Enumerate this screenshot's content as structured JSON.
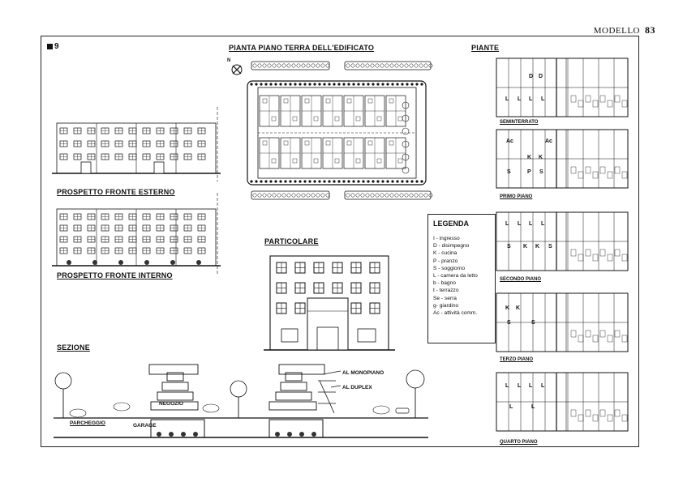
{
  "header": {
    "title": "MODELLO",
    "page": "83"
  },
  "plate_number": "9",
  "titles": {
    "plan": "PIANTA PIANO TERRA DELL'EDIFICATO",
    "floors": "PIANTE",
    "front_ext": "PROSPETTO FRONTE ESTERNO",
    "front_int": "PROSPETTO FRONTE INTERNO",
    "detail": "PARTICOLARE",
    "section": "SEZIONE"
  },
  "north_label": "N",
  "floor_labels": [
    "SEMINTERRATO",
    "PRIMO PIANO",
    "SECONDO PIANO",
    "TERZO PIANO",
    "QUARTO PIANO"
  ],
  "room_letters": [
    "D",
    "D",
    "L",
    "L",
    "L",
    "L",
    "Ac",
    "Ac",
    "K",
    "K",
    "S",
    "P",
    "S",
    "L",
    "L",
    "L",
    "L",
    "S",
    "K",
    "K",
    "S",
    "K",
    "K",
    "S",
    "S",
    "L",
    "L",
    "L",
    "L",
    "L",
    "L"
  ],
  "legend": {
    "title": "LEGENDA",
    "items": [
      "I - ingresso",
      "D - disimpegno",
      "K - cucina",
      "P - pranzo",
      "S - soggiorno",
      "L - camera da letto",
      "b - bagno",
      "t - terrazzo",
      "Se - serra",
      "g- giardino",
      "Ac - attività comm."
    ]
  },
  "section_labels": {
    "monopiano": "AL MONOPIANO",
    "duplex": "AL DUPLEX",
    "negozio": "NEGOZIO",
    "parcheggio": "PARCHEGGIO",
    "garage": "GARAGE"
  }
}
